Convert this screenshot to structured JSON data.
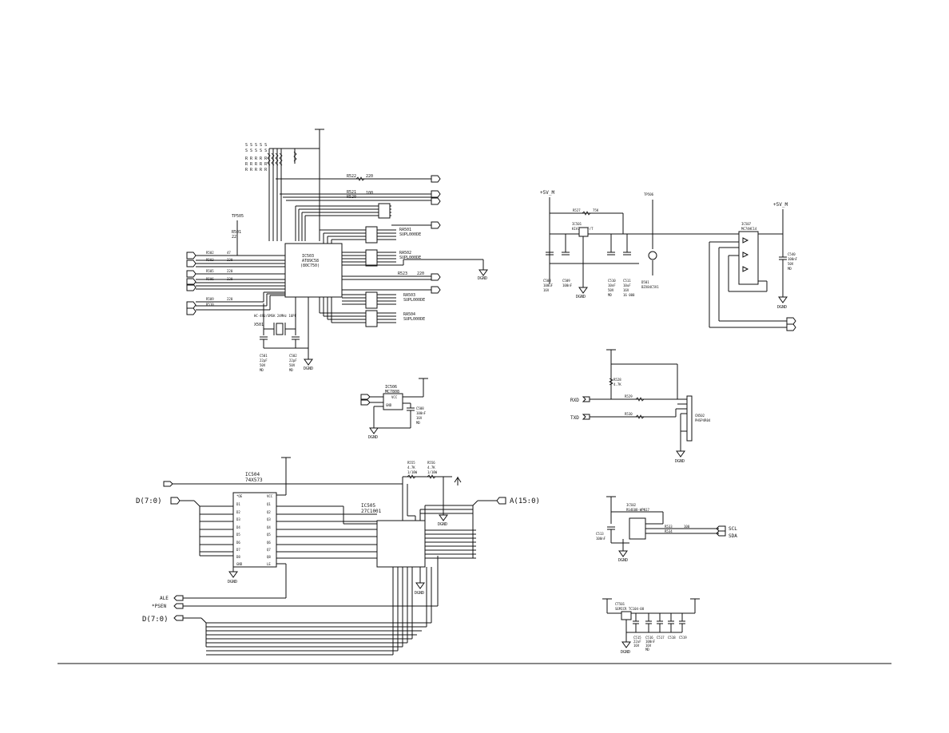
{
  "labels": {
    "ic503": "IC503",
    "ic503_part": "AT89C58",
    "ic503_sub": "(80C750)",
    "r522": "R522",
    "r522_val": "220",
    "r521": "R521",
    "r520": "R520",
    "r520_val": "100",
    "ra501": "RA501",
    "ra501_val": "SUPL000DE",
    "ra502": "RA502",
    "ra502_val": "SUPL000DE",
    "ra503": "RA503",
    "ra503_val": "SUPL000DE",
    "ra504": "RA504",
    "ra504_val": "SUPL000DE",
    "r523": "R523",
    "r523_val": "220",
    "tp505": "TP505",
    "r501": "R501",
    "r501_val": "22",
    "crystal_spec": "HC-49U/SMSK 24MHz 16PF",
    "x501": "X501",
    "c501": "C501",
    "c501_val": "22pF",
    "c501_v": "50V",
    "c501_m": "MD",
    "c502": "C502",
    "c502_val": "22pF",
    "c502_v": "50V",
    "c502_m": "MD",
    "dgnd": "DGND",
    "ic506": "IC506",
    "ic506_part": "MC7808",
    "ic506_vcc": "VCC",
    "ic506_gnd": "GND",
    "c508": "C508",
    "c508_val": "100nF",
    "c508_v": "16V",
    "c508_m": "MD",
    "ic504": "IC504",
    "ic504_part": "74X573",
    "ic505": "IC505",
    "ic505_part": "27C1001",
    "d_bus": "D(7:0)",
    "a_bus": "A(15:0)",
    "ale": "ALE",
    "psen": "*PSEN",
    "r555": "R555",
    "r555_val": "4.7K",
    "r555_m": "1/10W",
    "r556": "R556",
    "r556_val": "4.7K",
    "r556_m": "1/10W",
    "plus5v_m": "+5V_M",
    "r527": "R527",
    "r527_val": "75K",
    "ic501": "IC501",
    "ic501_part": "KIA7045AF/T",
    "tp506": "TP506",
    "c508b": "C508",
    "c508b_val": "100uF",
    "c508b_v": "16V",
    "c509": "C509",
    "c509_val": "100nF",
    "c510": "C510",
    "c510_val": "10nF",
    "c510_v": "50V",
    "c510_m": "MD",
    "c511": "C511",
    "c511_val": "10uF",
    "c511_v": "16V",
    "c511_m": "16 000",
    "d501": "D501",
    "d501_part": "BZX84C5V1",
    "ic507": "IC507",
    "ic507_part": "MC74HC14",
    "c540": "C540",
    "c540_val": "100nF",
    "c540_v": "50V",
    "c540_m": "MD",
    "r528": "R528",
    "r528_val": "4.7K",
    "rxd": "RXD",
    "txd": "TXD",
    "r529": "R529",
    "r530": "R530",
    "cn502": "CN502",
    "cn502_part": "PHSP4R04",
    "ic502": "IC502",
    "ic502_part": "RS4E08-WPN17",
    "c513": "C513",
    "c513_val": "100nF",
    "r533": "R533",
    "r534": "R534",
    "r533_val": "100",
    "scl": "SCL",
    "sda": "SDA",
    "ct501": "CT501",
    "ct501_part": "SEMICR TC104-08",
    "c515": "C515",
    "c515_val": "22uF",
    "c515_v": "16V",
    "c516": "C516",
    "c517": "C517",
    "c518": "C518",
    "c519": "C519",
    "c516_val": "100nF",
    "c516_v": "16V",
    "c516_m": "MD"
  }
}
